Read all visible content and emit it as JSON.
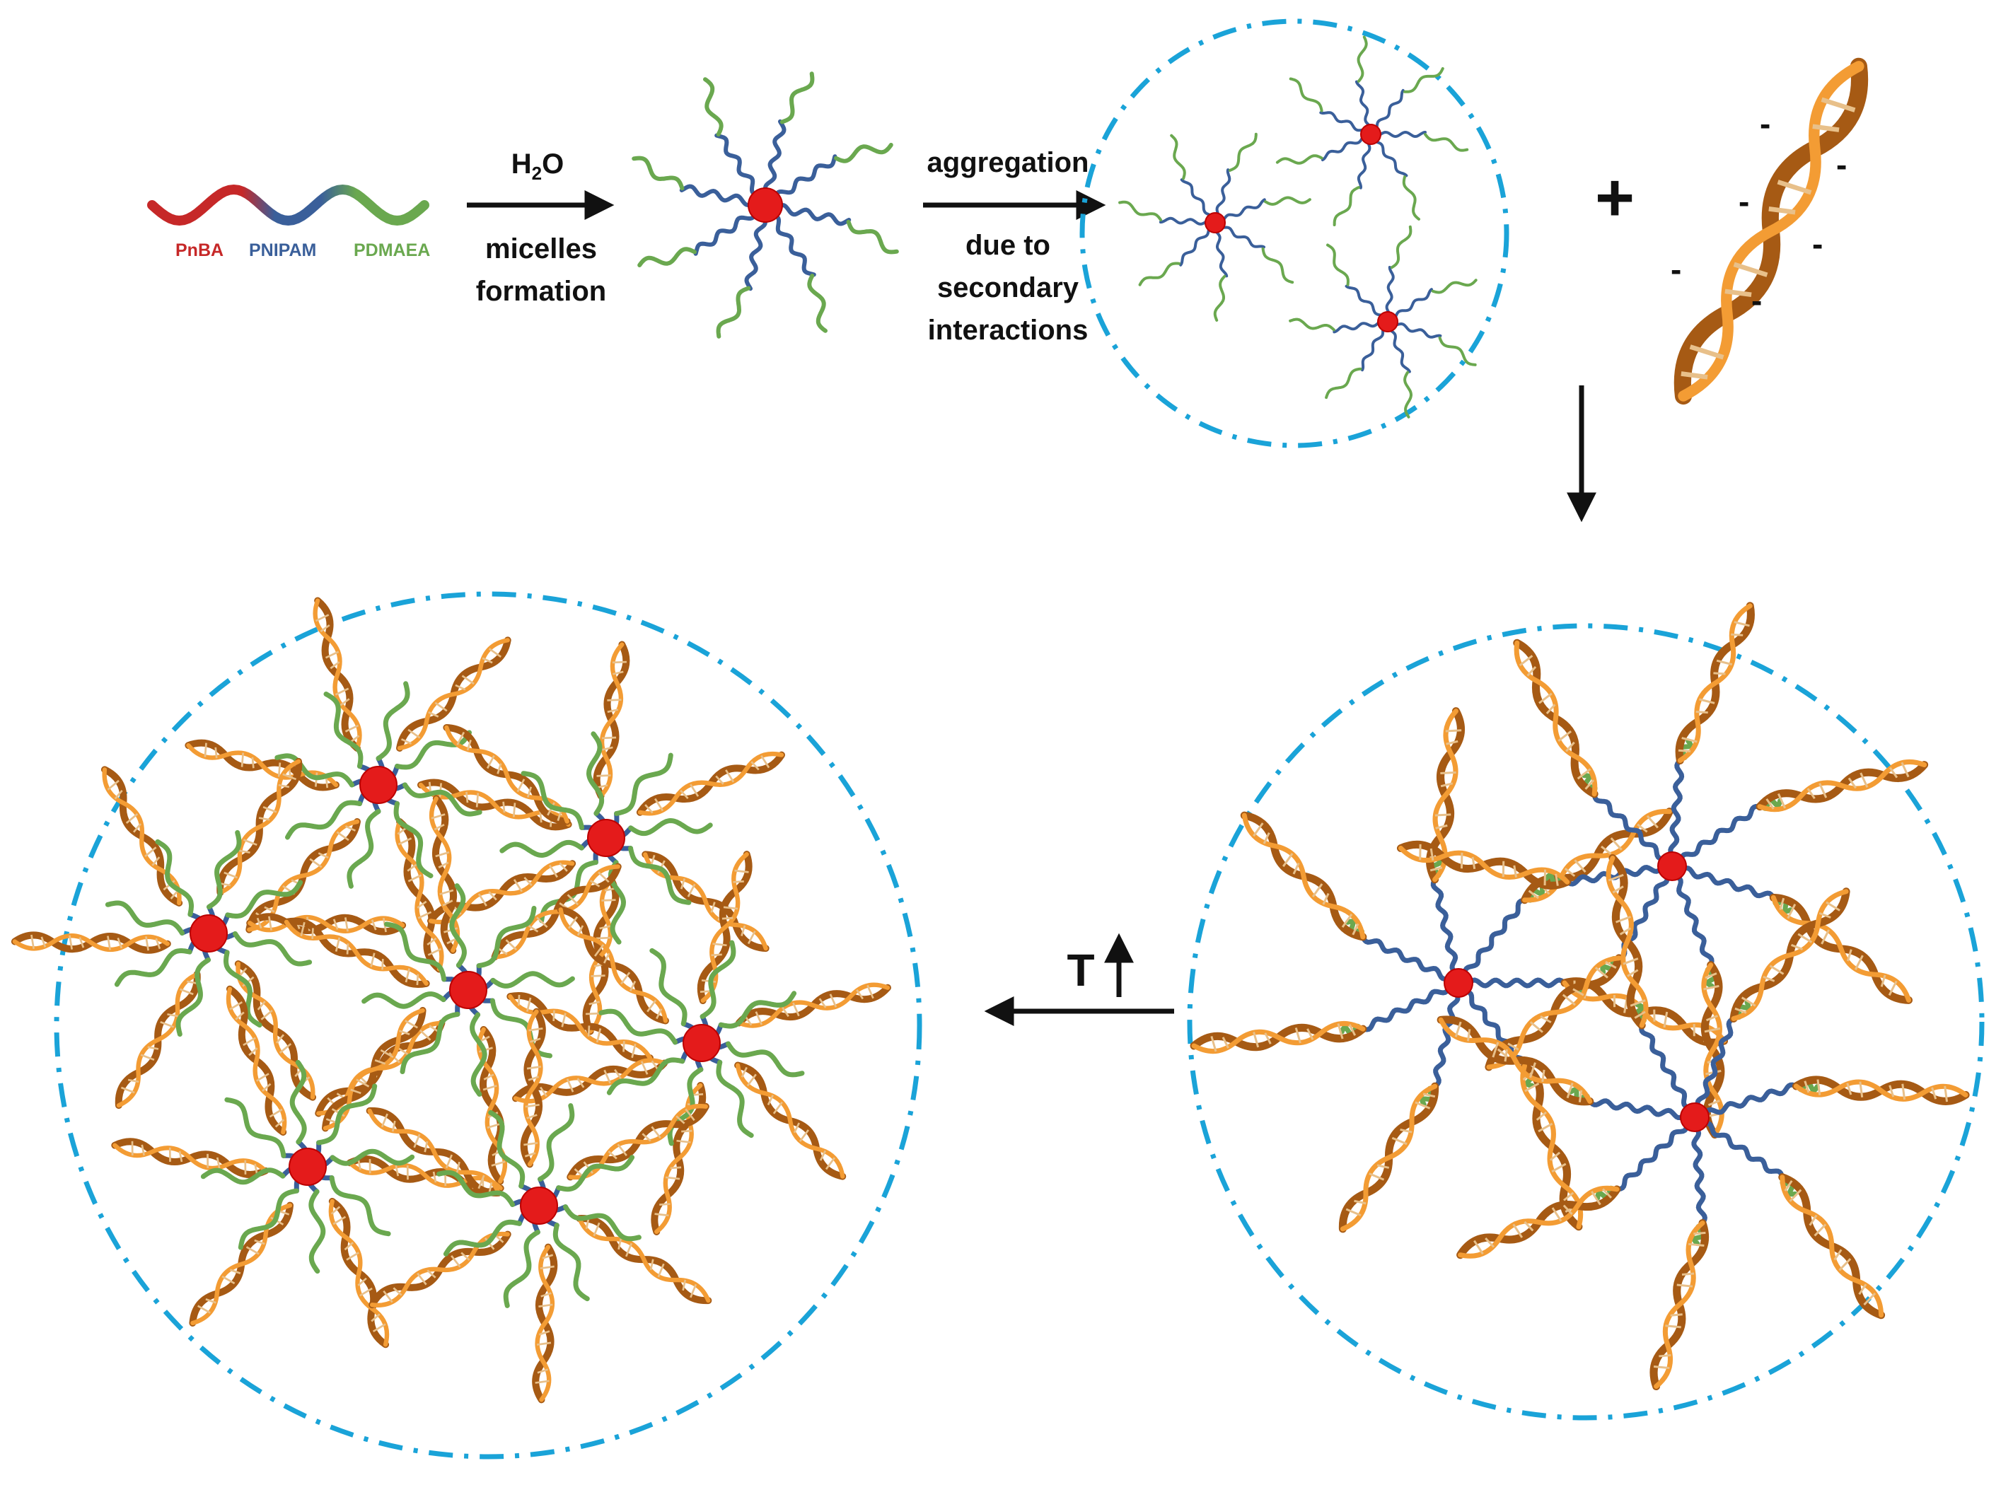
{
  "polymer": {
    "block1": "PnBA",
    "block2": "PNIPAM",
    "block3": "PDMAEA"
  },
  "step1": {
    "reagent_prefix": "H",
    "reagent_sub": "2",
    "reagent_suffix": "O",
    "line1": "micelles",
    "line2": "formation"
  },
  "step2": {
    "line1": "aggregation",
    "line2": "due to",
    "line3": "secondary",
    "line4": "interactions"
  },
  "plus": "+",
  "dna_charge": "-",
  "step4": {
    "label": "T"
  },
  "colors": {
    "pnba": "#c62828",
    "pnipam": "#3a5f9a",
    "pdmaea": "#6aa84f",
    "core": "#e41b1b",
    "boundary": "#1aa3d8",
    "dna": "#b5651d",
    "dna_light": "#f39c34"
  }
}
